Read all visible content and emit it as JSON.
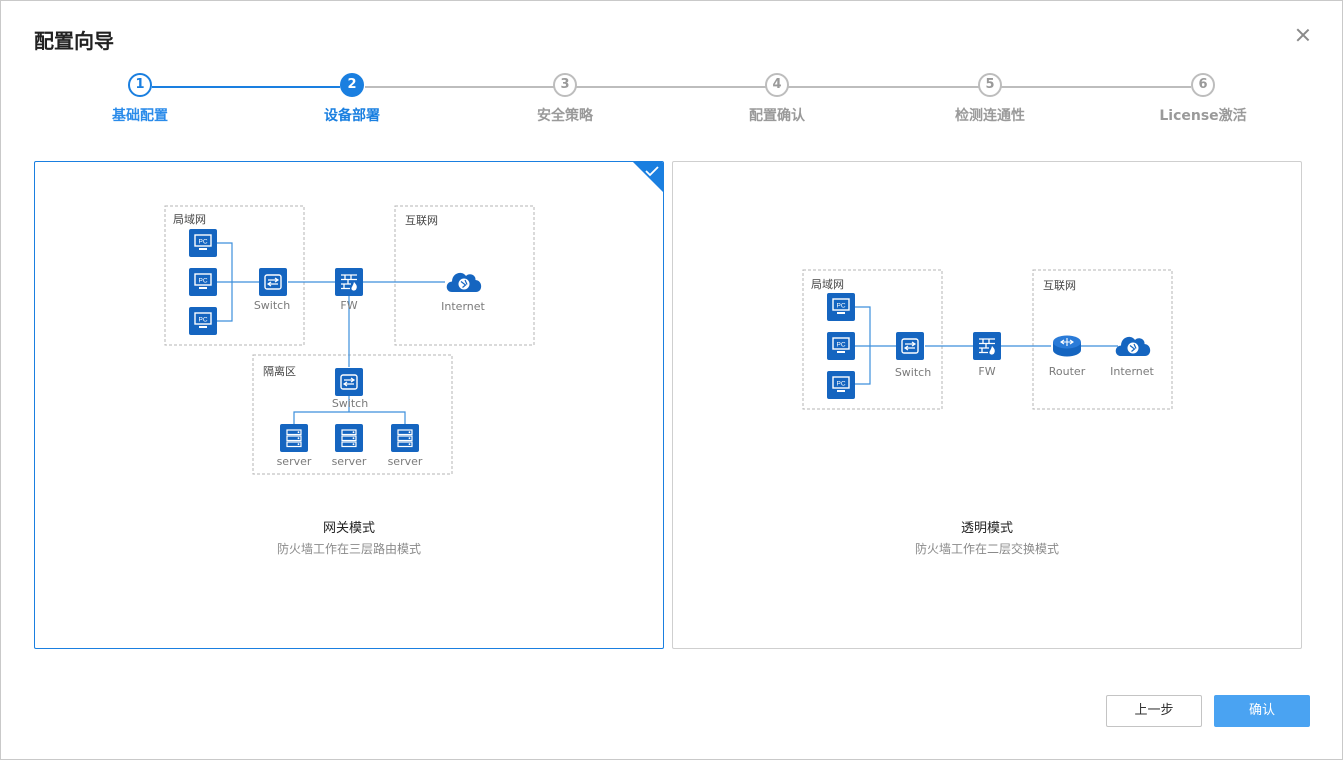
{
  "dialog": {
    "title": "配置向导"
  },
  "steps": [
    {
      "num": "1",
      "label": "基础配置",
      "state": "done"
    },
    {
      "num": "2",
      "label": "设备部署",
      "state": "active"
    },
    {
      "num": "3",
      "label": "安全策略",
      "state": "todo"
    },
    {
      "num": "4",
      "label": "配置确认",
      "state": "todo"
    },
    {
      "num": "5",
      "label": "检测连通性",
      "state": "todo"
    },
    {
      "num": "6",
      "label": "License激活",
      "state": "todo"
    }
  ],
  "modes": {
    "gateway": {
      "title": "网关模式",
      "desc": "防火墙工作在三层路由模式",
      "selected": true,
      "zones": {
        "lan": "局域网",
        "internet": "互联网",
        "dmz": "隔离区"
      },
      "labels": {
        "switch": "Switch",
        "fw": "FW",
        "internet": "Internet",
        "dmz_switch": "Switch",
        "server1": "server",
        "server2": "server",
        "server3": "server",
        "pc": "PC"
      }
    },
    "transparent": {
      "title": "透明模式",
      "desc": "防火墙工作在二层交换模式",
      "selected": false,
      "zones": {
        "lan": "局域网",
        "internet": "互联网"
      },
      "labels": {
        "switch": "Switch",
        "fw": "FW",
        "router": "Router",
        "internet": "Internet",
        "pc": "PC"
      }
    }
  },
  "buttons": {
    "prev": "上一步",
    "confirm": "确认"
  },
  "colors": {
    "accent": "#1a7fe0",
    "icon": "#1565c0",
    "button_primary": "#4aa3f2",
    "inactive": "#bdbdbd"
  }
}
